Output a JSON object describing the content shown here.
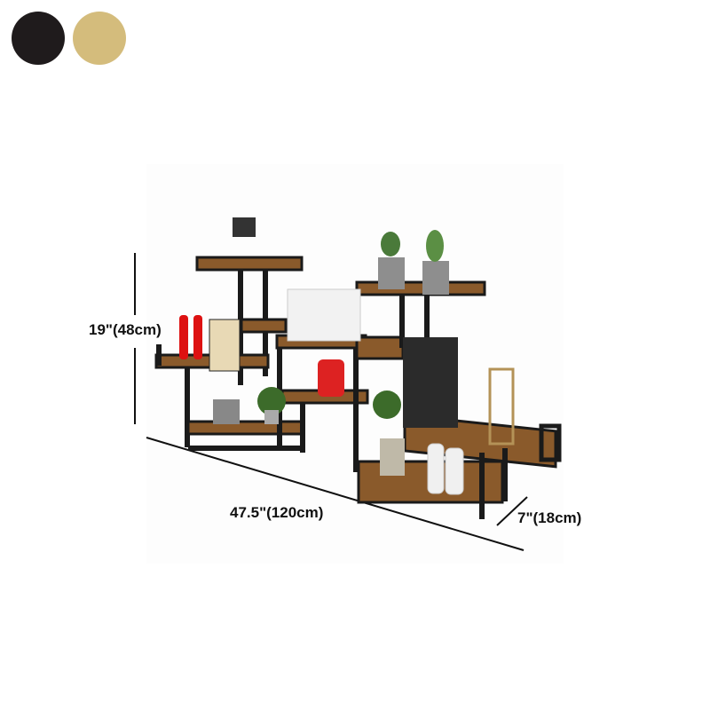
{
  "color_swatches": [
    {
      "name": "black",
      "color": "#1f1b1c"
    },
    {
      "name": "gold",
      "color": "#d4bc7c"
    }
  ],
  "dimensions": {
    "height": "19\"(48cm)",
    "width": "47.5\"(120cm)",
    "depth": "7\"(18cm)"
  },
  "product": {
    "description": "Wall-mounted tiered metal and wood shelf with decor items",
    "wood_color": "#8a5a2b",
    "frame_color": "#1a1a1a"
  }
}
